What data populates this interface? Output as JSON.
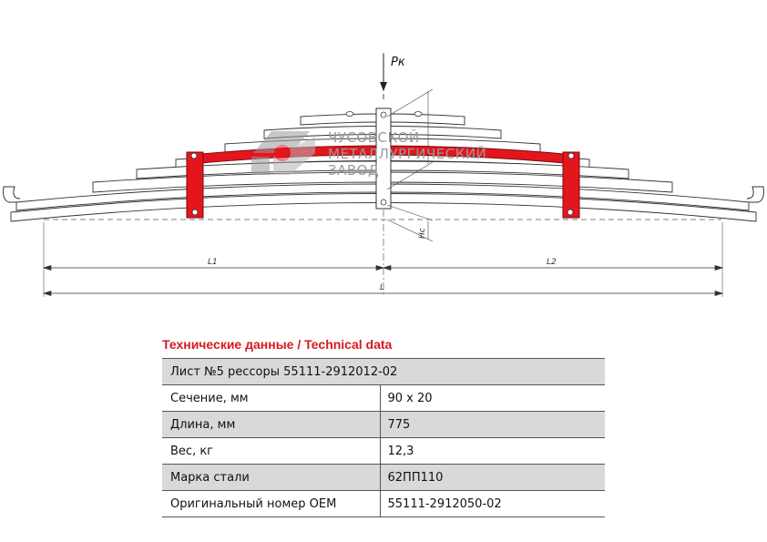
{
  "drawing": {
    "load_label": "Pк",
    "height_label": "Hc",
    "dim_l1": "L1",
    "dim_l2": "L2",
    "dim_l": "L",
    "accent_color": "#e3161d",
    "watermark": {
      "line1": "ЧУСОВСКОЙ",
      "line2": "МЕТАЛЛУРГИЧЕСКИЙ",
      "line3": "ЗАВОД"
    }
  },
  "spec": {
    "title": "Технические данные / Technical data",
    "header": "Лист №5 рессоры 55111-2912012-02",
    "rows": [
      {
        "label": "Сечение, мм",
        "value": "90 х 20"
      },
      {
        "label": "Длина, мм",
        "value": "775"
      },
      {
        "label": "Вес, кг",
        "value": "12,3"
      },
      {
        "label": "Марка стали",
        "value": "62ПП110"
      },
      {
        "label": "Оригинальный номер ОЕМ",
        "value": "55111-2912050-02"
      }
    ]
  }
}
